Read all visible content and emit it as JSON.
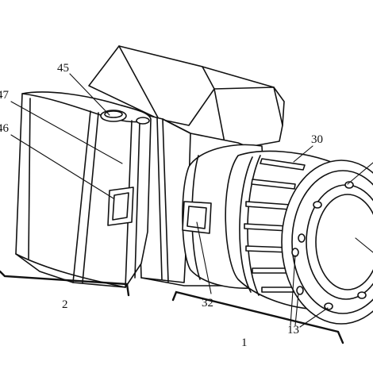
{
  "figure": {
    "labels": {
      "l45": "45",
      "l47": "47",
      "l46": "46",
      "l30": "30",
      "l32": "32",
      "l2": "2",
      "l13": "13",
      "l1": "1"
    }
  }
}
